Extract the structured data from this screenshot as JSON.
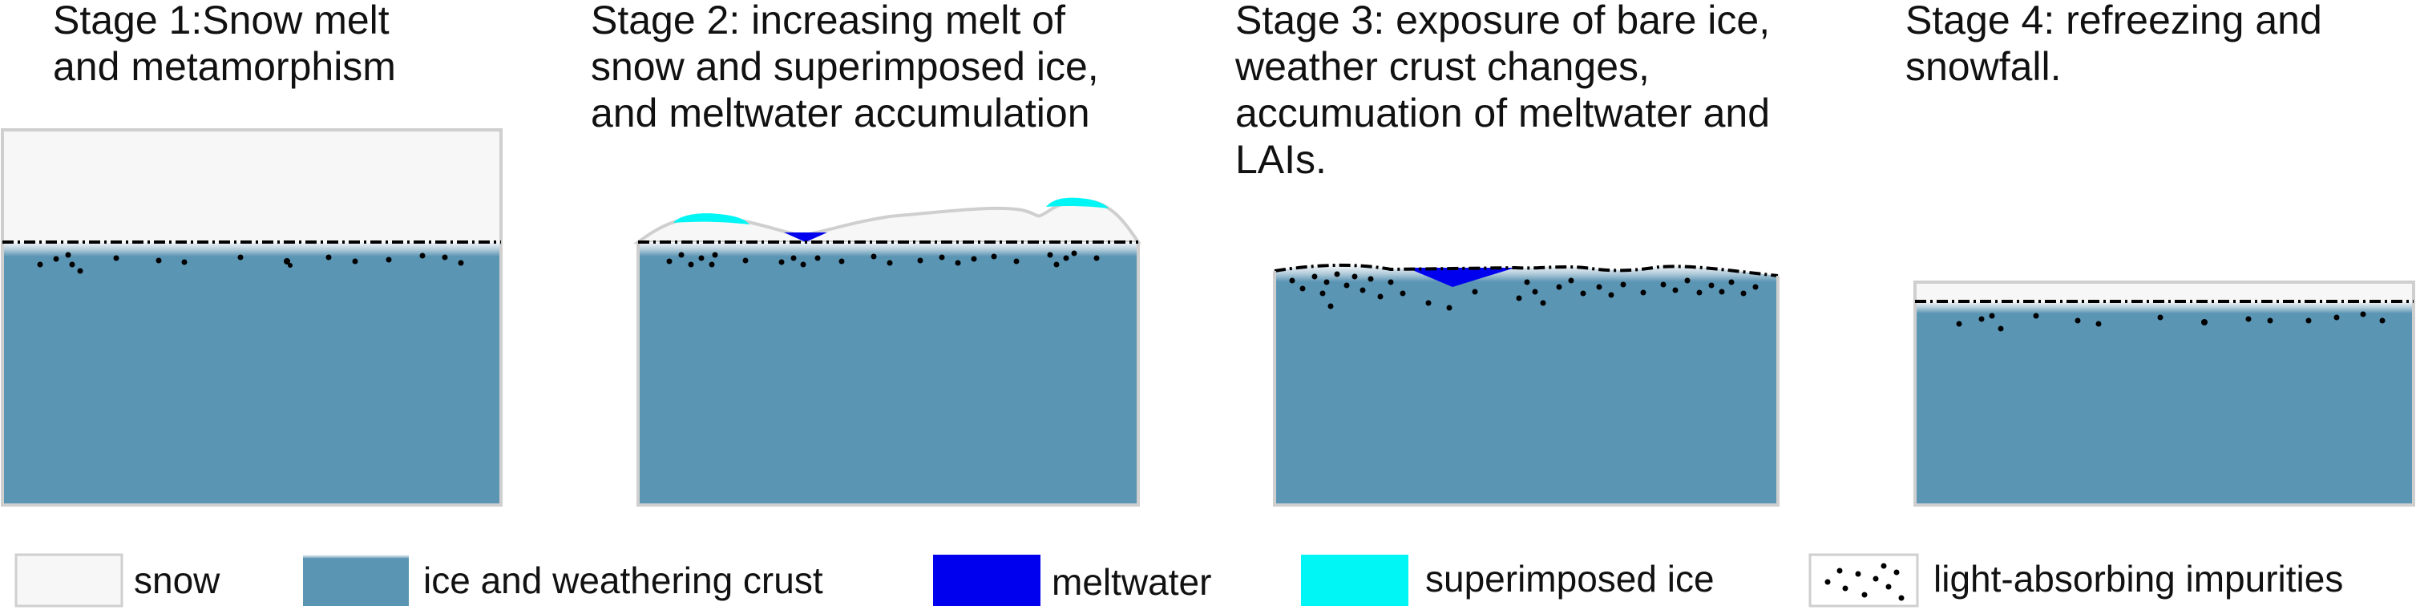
{
  "stages": [
    {
      "title": "Stage 1:Snow melt\nand metamorphism"
    },
    {
      "title": "Stage 2: increasing melt of\nsnow and superimposed ice,\nand meltwater accumulation"
    },
    {
      "title": "Stage 3: exposure of bare ice,\nweather crust changes,\naccumuation of meltwater and\nLAIs."
    },
    {
      "title": "Stage 4: refreezing and\nsnowfall."
    }
  ],
  "legend": [
    {
      "label": "snow",
      "color": "#f7f7f7"
    },
    {
      "label": "ice and weathering crust",
      "color": "#5b95b4"
    },
    {
      "label": "meltwater",
      "color": "#0000ee"
    },
    {
      "label": "superimposed ice",
      "color": "#00f5f5"
    },
    {
      "label": "light-absorbing impurities",
      "color": "#000000"
    }
  ],
  "colors": {
    "snow": "#f7f7f7",
    "ice": "#5b95b4",
    "meltwater": "#0000ee",
    "superimposed_ice": "#00f5f5",
    "impurities": "#000000",
    "border": "#cfcfcf"
  }
}
